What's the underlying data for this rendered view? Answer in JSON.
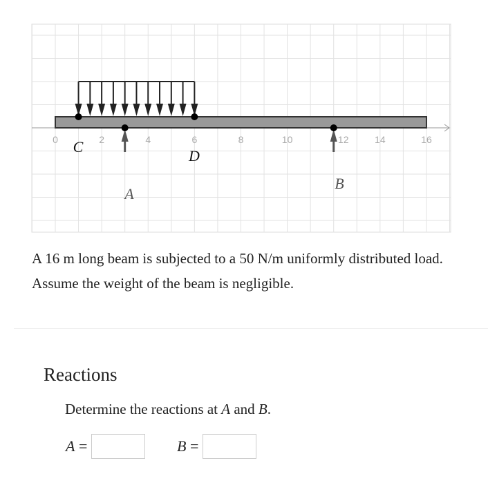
{
  "figure": {
    "x_ticks": [
      "0",
      "2",
      "4",
      "6",
      "8",
      "10",
      "12",
      "14",
      "16"
    ],
    "beam": {
      "start": 0,
      "end": 16
    },
    "load": {
      "start": 1,
      "end": 6,
      "arrow_spacing": 0.5
    },
    "points": [
      {
        "label": "C",
        "x": 1
      },
      {
        "label": "D",
        "x": 6
      },
      {
        "label": "A",
        "x": 3
      },
      {
        "label": "B",
        "x": 12
      }
    ],
    "colors": {
      "beam_fill": "#999999",
      "grid": "#e2e2e2",
      "tick_label": "#aaaaaa",
      "load": "#222222",
      "reaction": "#555555"
    }
  },
  "description": "A 16 m long beam is subjected to a 50 N/m uniformly distributed load. Assume the weight of the beam is negligible.",
  "section": {
    "title": "Reactions",
    "prompt_pre": "Determine the reactions at ",
    "prompt_a": "A",
    "prompt_and": " and ",
    "prompt_b": "B",
    "prompt_post": "."
  },
  "answers": {
    "a_label": "A",
    "b_label": "B",
    "equals": "=",
    "a_value": "",
    "b_value": ""
  }
}
